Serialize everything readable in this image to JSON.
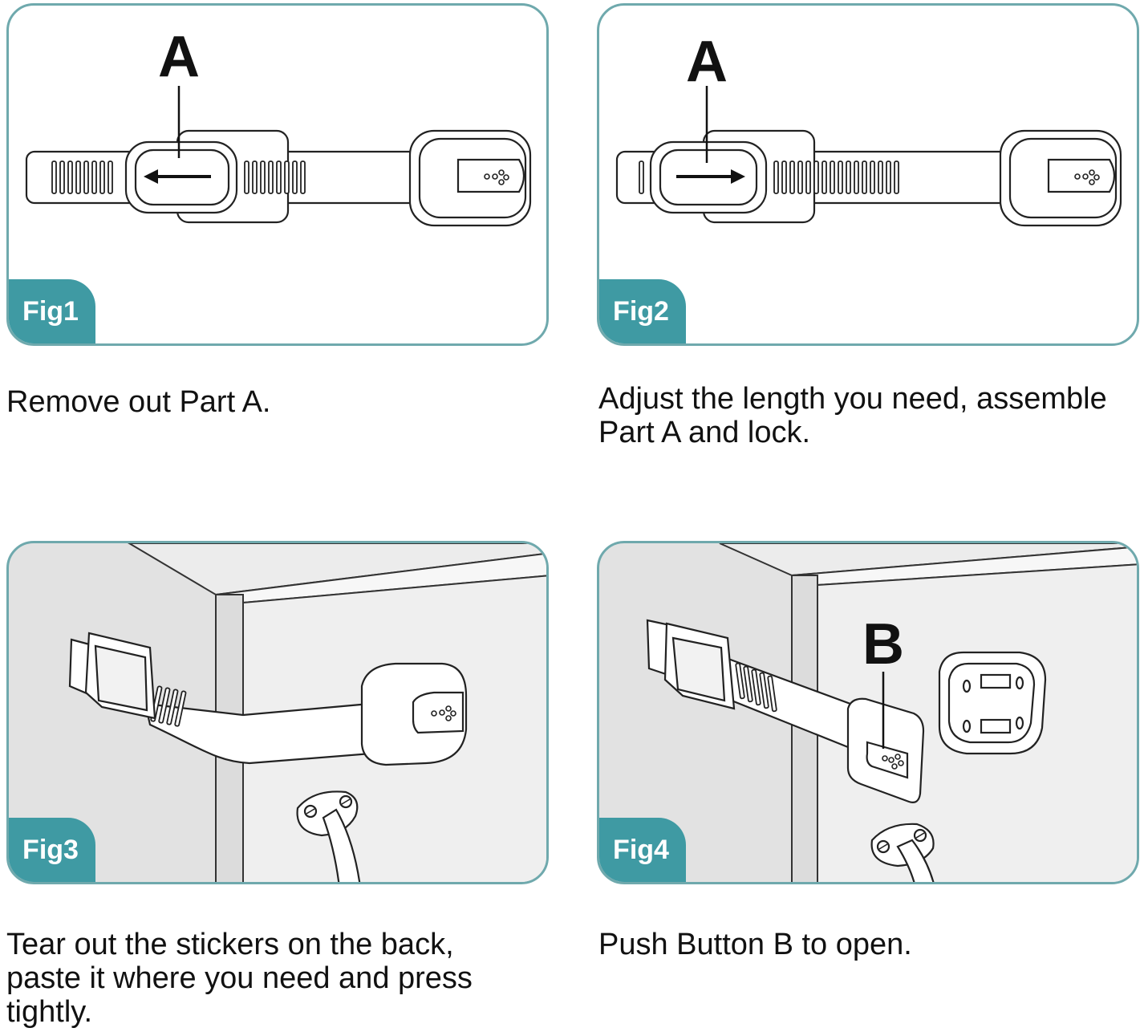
{
  "colors": {
    "panel_border": "#6fa9ad",
    "fig_tab": "#3f9aa3",
    "shaded_bg": "#e2e2e2"
  },
  "figures": [
    {
      "tab": "Fig1",
      "label": "A",
      "caption_lines": [
        "Remove out Part A."
      ]
    },
    {
      "tab": "Fig2",
      "label": "A",
      "caption_lines": [
        "Adjust the length you need, assemble",
        "Part A and lock."
      ]
    },
    {
      "tab": "Fig3",
      "caption_lines": [
        "Tear out the stickers on the back,",
        "paste it where you need and press",
        "tightly."
      ]
    },
    {
      "tab": "Fig4",
      "label": "B",
      "caption_lines": [
        "Push Button B to open."
      ]
    }
  ]
}
